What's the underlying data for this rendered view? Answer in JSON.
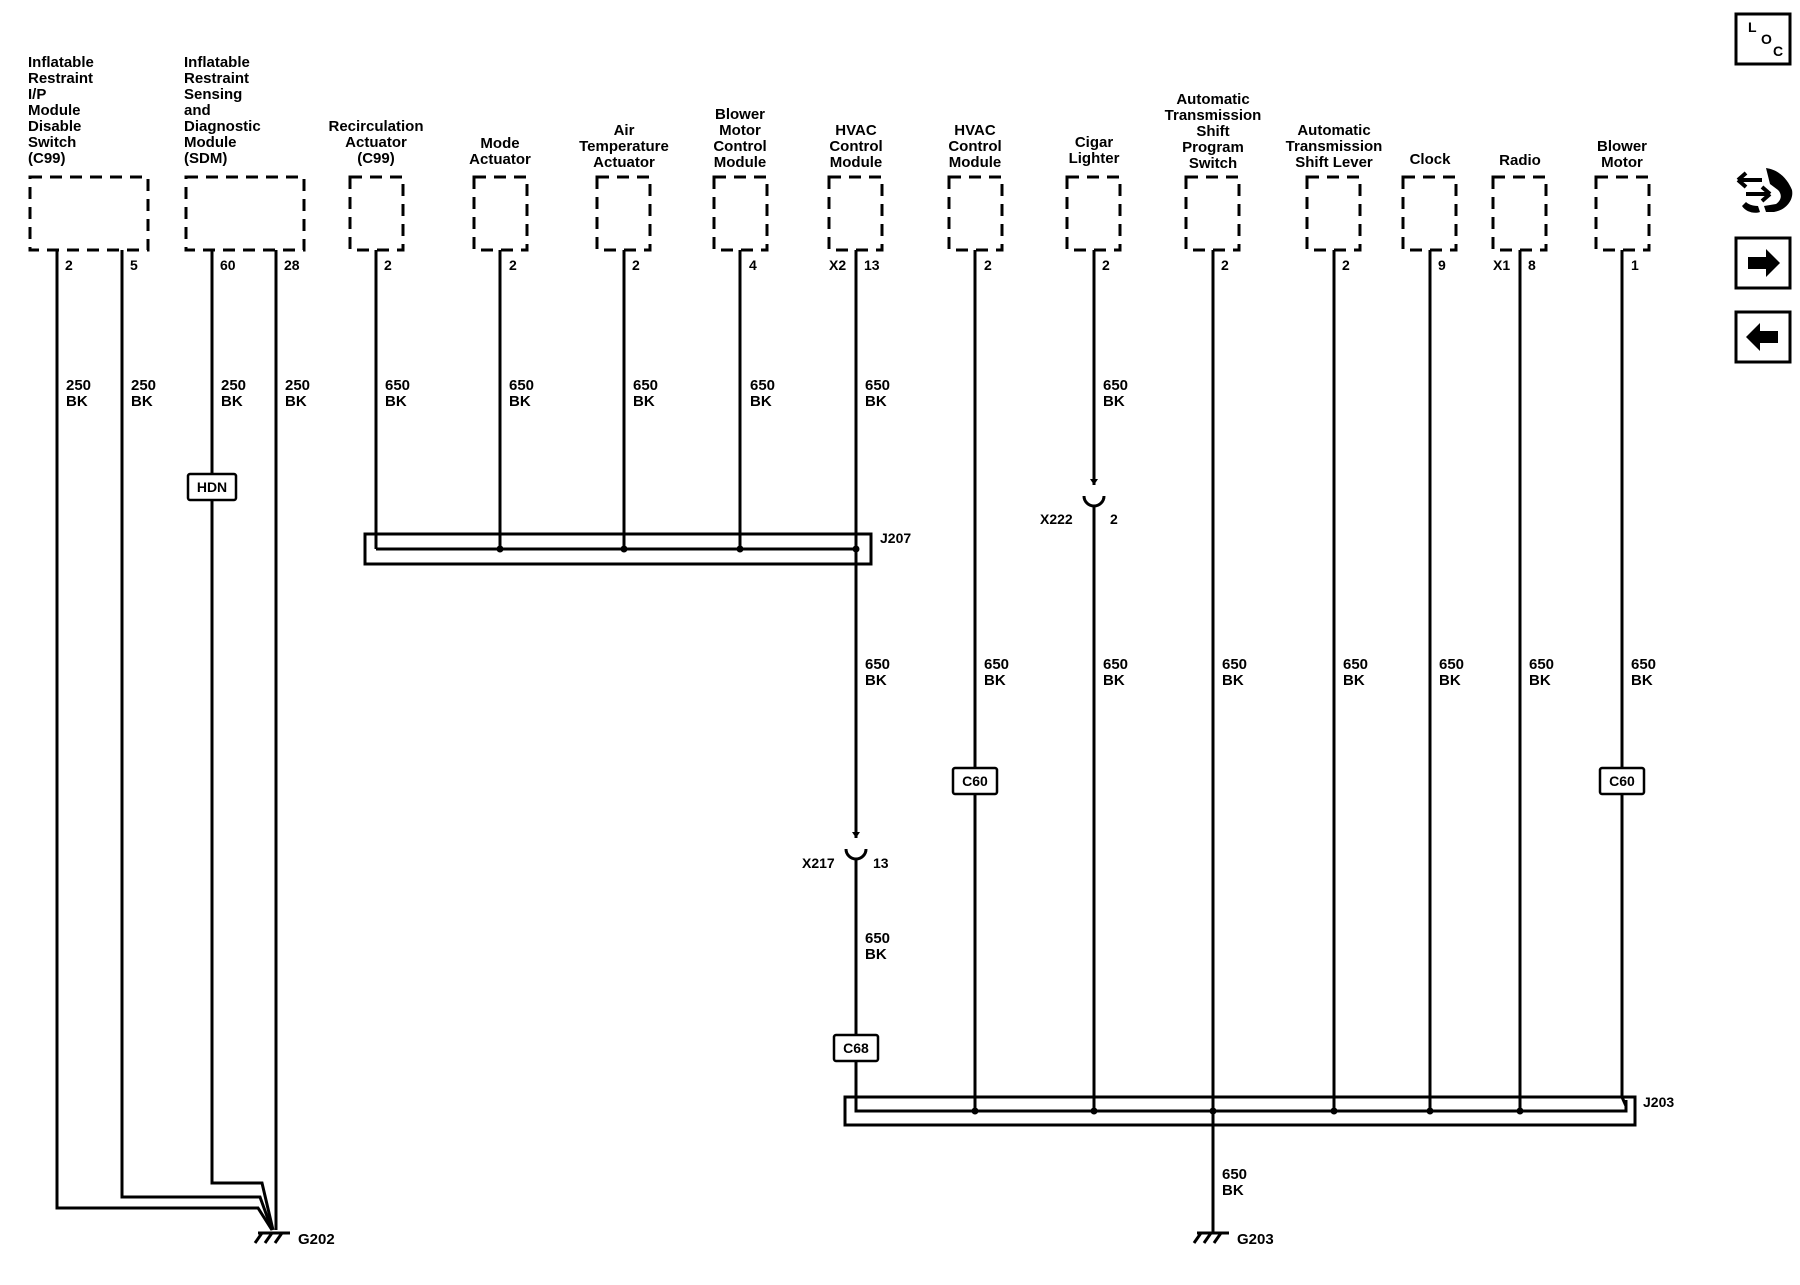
{
  "components": [
    {
      "id": "c1",
      "lines": [
        "Inflatable",
        "Restraint",
        "I/P",
        "Module",
        "Disable",
        "Switch",
        "(C99)"
      ],
      "pins": [
        "2",
        "5"
      ]
    },
    {
      "id": "c2",
      "lines": [
        "Inflatable",
        "Restraint",
        "Sensing",
        "and",
        "Diagnostic",
        "Module",
        "(SDM)"
      ],
      "pins": [
        "60",
        "28"
      ]
    },
    {
      "id": "c3",
      "lines": [
        "Recirculation",
        "Actuator",
        "(C99)"
      ],
      "pins": [
        "2"
      ]
    },
    {
      "id": "c4",
      "lines": [
        "Mode",
        "Actuator"
      ],
      "pins": [
        "2"
      ]
    },
    {
      "id": "c5",
      "lines": [
        "Air",
        "Temperature",
        "Actuator"
      ],
      "pins": [
        "2"
      ]
    },
    {
      "id": "c6",
      "lines": [
        "Blower",
        "Motor",
        "Control",
        "Module"
      ],
      "pins": [
        "4"
      ]
    },
    {
      "id": "c7",
      "lines": [
        "HVAC",
        "Control",
        "Module"
      ],
      "pins": [
        "13"
      ],
      "connector": "X2"
    },
    {
      "id": "c8",
      "lines": [
        "HVAC",
        "Control",
        "Module"
      ],
      "pins": [
        "2"
      ]
    },
    {
      "id": "c9",
      "lines": [
        "Cigar",
        "Lighter"
      ],
      "pins": [
        "2"
      ]
    },
    {
      "id": "c10",
      "lines": [
        "Automatic",
        "Transmission",
        "Shift",
        "Program",
        "Switch"
      ],
      "pins": [
        "2"
      ]
    },
    {
      "id": "c11",
      "lines": [
        "Automatic",
        "Transmission",
        "Shift Lever"
      ],
      "pins": [
        "2"
      ]
    },
    {
      "id": "c12",
      "lines": [
        "Clock"
      ],
      "pins": [
        "9"
      ]
    },
    {
      "id": "c13",
      "lines": [
        "Radio"
      ],
      "pins": [
        "8"
      ],
      "connector": "X1"
    },
    {
      "id": "c14",
      "lines": [
        "Blower",
        "Motor"
      ],
      "pins": [
        "1"
      ]
    }
  ],
  "wire_labels": [
    {
      "id": "w1",
      "gauge": "250",
      "color": "BK"
    },
    {
      "id": "w2",
      "gauge": "250",
      "color": "BK"
    },
    {
      "id": "w3",
      "gauge": "250",
      "color": "BK"
    },
    {
      "id": "w4",
      "gauge": "250",
      "color": "BK"
    },
    {
      "id": "w5",
      "gauge": "650",
      "color": "BK"
    },
    {
      "id": "w6",
      "gauge": "650",
      "color": "BK"
    },
    {
      "id": "w7",
      "gauge": "650",
      "color": "BK"
    },
    {
      "id": "w8",
      "gauge": "650",
      "color": "BK"
    },
    {
      "id": "w9",
      "gauge": "650",
      "color": "BK"
    },
    {
      "id": "w10",
      "gauge": "650",
      "color": "BK"
    },
    {
      "id": "w11",
      "gauge": "650",
      "color": "BK"
    },
    {
      "id": "w12",
      "gauge": "650",
      "color": "BK"
    },
    {
      "id": "w13",
      "gauge": "650",
      "color": "BK"
    },
    {
      "id": "w14",
      "gauge": "650",
      "color": "BK"
    },
    {
      "id": "w15",
      "gauge": "650",
      "color": "BK"
    },
    {
      "id": "w16",
      "gauge": "650",
      "color": "BK"
    },
    {
      "id": "w17",
      "gauge": "650",
      "color": "BK"
    },
    {
      "id": "w18",
      "gauge": "650",
      "color": "BK"
    },
    {
      "id": "w19",
      "gauge": "650",
      "color": "BK"
    },
    {
      "id": "w20",
      "gauge": "650",
      "color": "BK"
    }
  ],
  "tags": {
    "hdn": "HDN",
    "c60a": "C60",
    "c60b": "C60",
    "c68": "C68"
  },
  "splices": {
    "j207": "J207",
    "j203": "J203"
  },
  "inline_connectors": [
    {
      "id": "x222",
      "name": "X222",
      "pin": "2"
    },
    {
      "id": "x217",
      "name": "X217",
      "pin": "13"
    }
  ],
  "grounds": {
    "g202": "G202",
    "g203": "G203"
  },
  "nav": {
    "loc_letters": [
      "L",
      "O",
      "C"
    ]
  }
}
